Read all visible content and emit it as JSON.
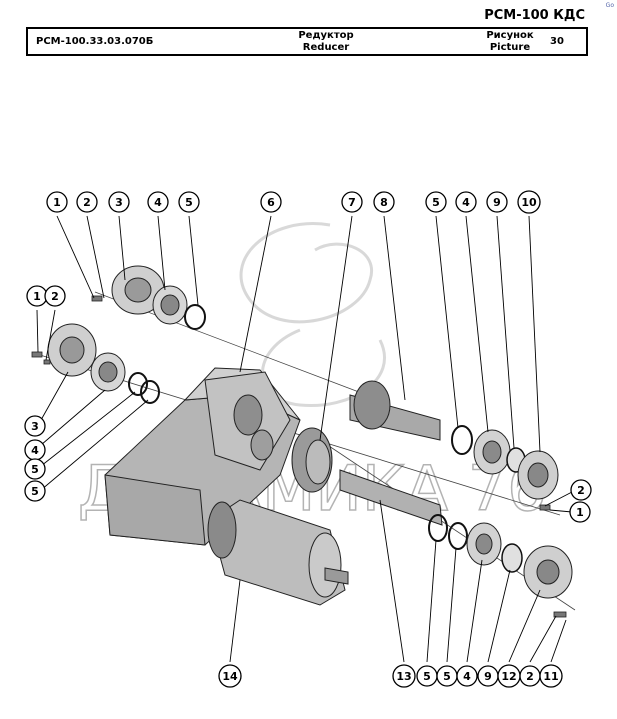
{
  "header": {
    "model": "РСМ-100 КДС",
    "corner_mark": "Go",
    "part_number": "РСМ-100.33.03.070Б",
    "title_ru": "Редуктор",
    "title_en": "Reducer",
    "figure_label_ru": "Рисунок",
    "figure_label_en": "Picture",
    "figure_number": "30"
  },
  "watermark": "ДИНАМИКА 76",
  "callouts": [
    "1",
    "2",
    "3",
    "4",
    "5",
    "1",
    "2",
    "3",
    "4",
    "5",
    "5",
    "6",
    "7",
    "8",
    "5",
    "4",
    "9",
    "10",
    "2",
    "1",
    "14",
    "13",
    "5",
    "5",
    "4",
    "9",
    "12",
    "2",
    "11"
  ]
}
